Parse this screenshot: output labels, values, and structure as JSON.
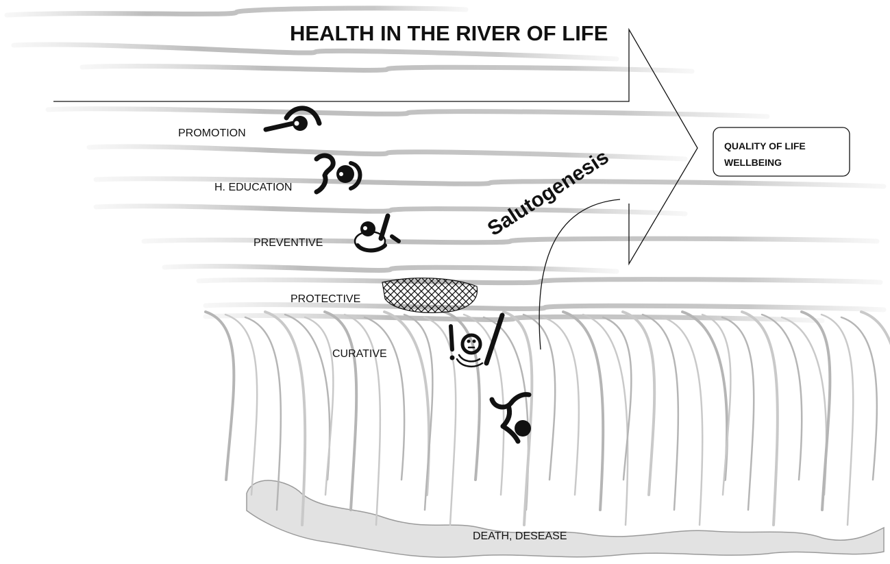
{
  "title": "HEALTH IN THE RIVER OF LIFE",
  "goal": {
    "line1": "QUALITY OF LIFE",
    "line2": "WELLBEING"
  },
  "arrow_label": "Salutogenesis",
  "levels": [
    {
      "label": "PROMOTION"
    },
    {
      "label": "H. EDUCATION"
    },
    {
      "label": "PREVENTIVE"
    },
    {
      "label": "PROTECTIVE"
    },
    {
      "label": "CURATIVE"
    }
  ],
  "bottom_label": "DEATH, DESEASE"
}
